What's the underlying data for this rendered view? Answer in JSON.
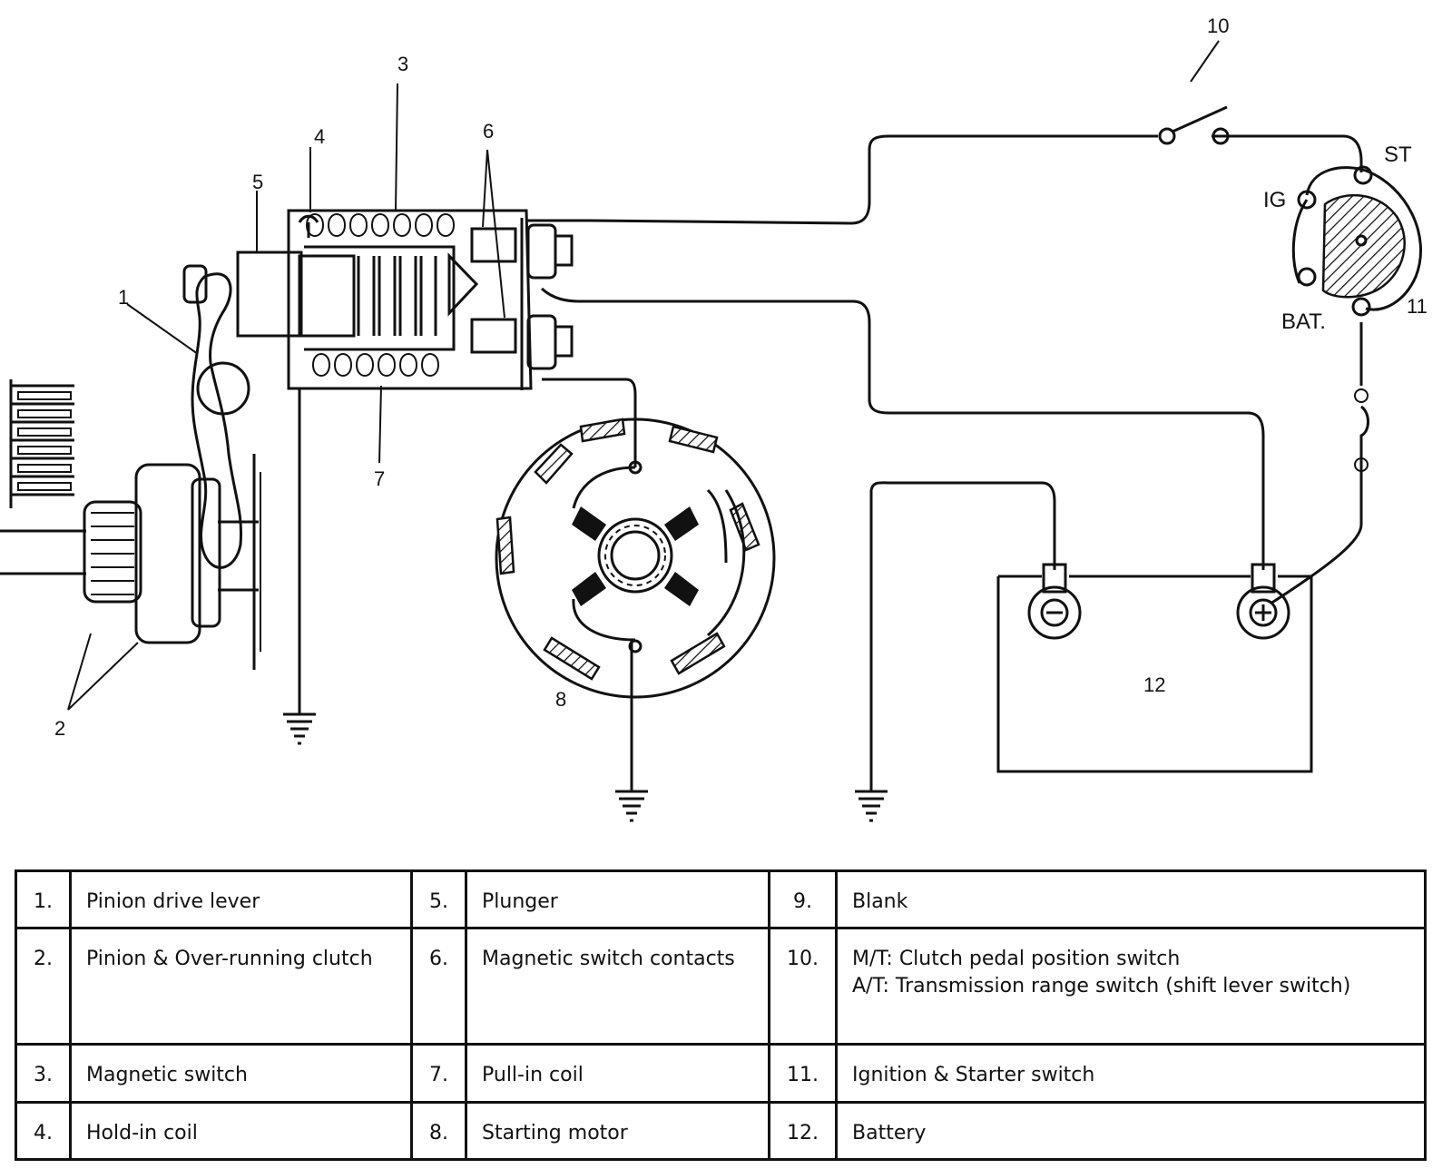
{
  "callouts": {
    "c1": "1",
    "c2": "2",
    "c3": "3",
    "c4": "4",
    "c5": "5",
    "c6": "6",
    "c7": "7",
    "c8": "8",
    "c10": "10",
    "c11": "11",
    "c12": "12"
  },
  "switch_labels": {
    "st": "ST",
    "ig": "IG",
    "bat": "BAT."
  },
  "legend": {
    "rows": [
      [
        {
          "num": "1.",
          "text": "Pinion drive lever"
        },
        {
          "num": "5.",
          "text": "Plunger"
        },
        {
          "num": "9.",
          "text": "Blank"
        }
      ],
      [
        {
          "num": "2.",
          "text": "Pinion & Over-running clutch"
        },
        {
          "num": "6.",
          "text": "Magnetic switch contacts"
        },
        {
          "num": "10.",
          "text": "M/T: Clutch pedal position switch\nA/T: Transmission range switch (shift lever switch)"
        }
      ],
      [
        {
          "num": "3.",
          "text": "Magnetic switch"
        },
        {
          "num": "7.",
          "text": "Pull-in coil"
        },
        {
          "num": "11.",
          "text": "Ignition & Starter switch"
        }
      ],
      [
        {
          "num": "4.",
          "text": "Hold-in coil"
        },
        {
          "num": "8.",
          "text": "Starting motor"
        },
        {
          "num": "12.",
          "text": "Battery"
        }
      ]
    ]
  }
}
